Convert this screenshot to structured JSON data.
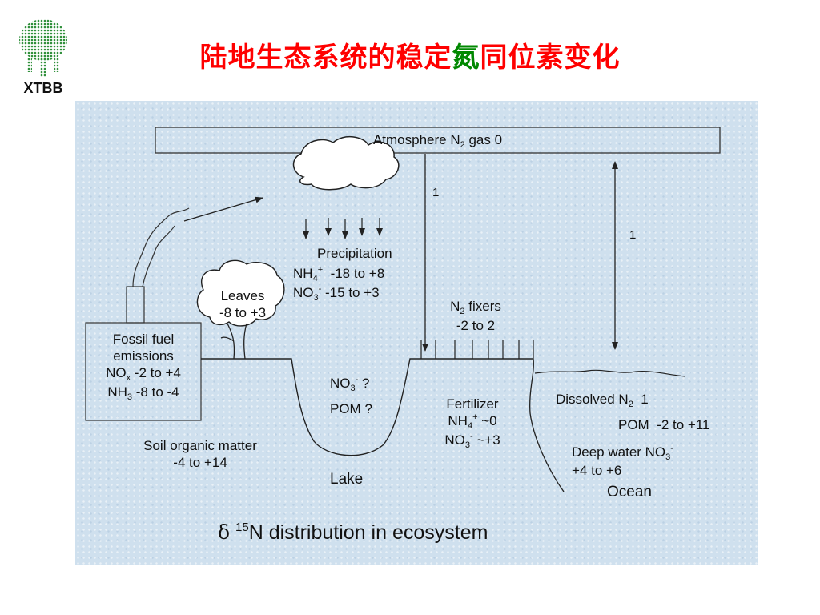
{
  "slide": {
    "title_part1": "陆地生态系统的稳定",
    "title_highlight": "氮",
    "title_part2": "同位素变化",
    "title_color": "#ff0000",
    "highlight_color": "#008800"
  },
  "logo": {
    "text": "XTBB",
    "color": "#2f8f3a"
  },
  "diagram": {
    "background_color": "#cfe0ee",
    "atmosphere": {
      "text": "Atmosphere N",
      "sub": "2",
      "rest": " gas 0"
    },
    "arrow1_label": "1",
    "arrow2_label": "1",
    "precipitation": {
      "title": "Precipitation",
      "nh4_base": "NH",
      "nh4_sub": "4",
      "nh4_sup": "+",
      "nh4_range": "  -18 to +8",
      "no3_base": "NO",
      "no3_sub": "3",
      "no3_sup": "-",
      "no3_range": " -15 to +3"
    },
    "leaves": {
      "line1": "Leaves",
      "line2": "-8 to +3"
    },
    "fossil": {
      "line1": "Fossil fuel",
      "line2": "emissions",
      "nox_base": "NO",
      "nox_sub": "x",
      "nox_range": " -2 to +4",
      "nh3_base": "NH",
      "nh3_sub": "3",
      "nh3_range": " -8 to -4"
    },
    "n2_fixers": {
      "base": "N",
      "sub": "2",
      "rest": " fixers",
      "range": "-2 to 2"
    },
    "lake": {
      "no3_base": "NO",
      "no3_sub": "3",
      "no3_sup": "-",
      "no3_value": " ?",
      "pom": "POM ?",
      "name": "Lake"
    },
    "fertilizer": {
      "title": "Fertilizer",
      "nh4_base": "NH",
      "nh4_sub": "4",
      "nh4_sup": "+",
      "nh4_value": " ~0",
      "no3_base": "NO",
      "no3_sub": "3",
      "no3_sup": "-",
      "no3_value": " ~+3"
    },
    "ocean": {
      "dissolved_base": "Dissolved N",
      "dissolved_sub": "2",
      "dissolved_value": "  1",
      "pom": "POM  -2 to +11",
      "deep_base": "Deep water NO",
      "deep_sub": "3",
      "deep_sup": "-",
      "deep_range": "+4 to +6",
      "name": "Ocean"
    },
    "soil": {
      "line1": "Soil organic matter",
      "line2": "-4 to +14"
    },
    "caption": {
      "delta": "δ",
      "sup": "15",
      "rest": "N distribution in ecosystem"
    }
  }
}
